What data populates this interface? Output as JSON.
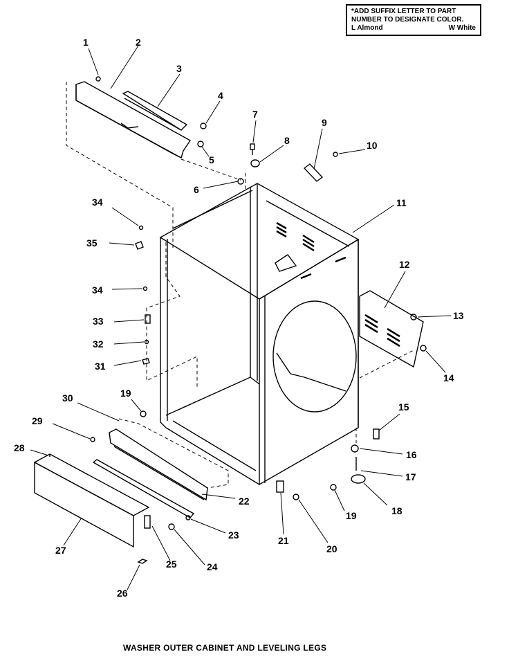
{
  "note": {
    "line1": "*ADD SUFFIX LETTER TO PART",
    "line2": "NUMBER TO DESIGNATE COLOR.",
    "almond": "L Almond",
    "white": "W White"
  },
  "caption": "WASHER OUTER CABINET AND LEVELING LEGS",
  "callouts": [
    "1",
    "2",
    "3",
    "4",
    "5",
    "7",
    "8",
    "9",
    "10",
    "6",
    "34",
    "11",
    "35",
    "12",
    "34",
    "13",
    "33",
    "32",
    "31",
    "14",
    "15",
    "30",
    "19",
    "29",
    "28",
    "22",
    "16",
    "17",
    "19",
    "18",
    "23",
    "27",
    "21",
    "20",
    "25",
    "24",
    "26"
  ]
}
